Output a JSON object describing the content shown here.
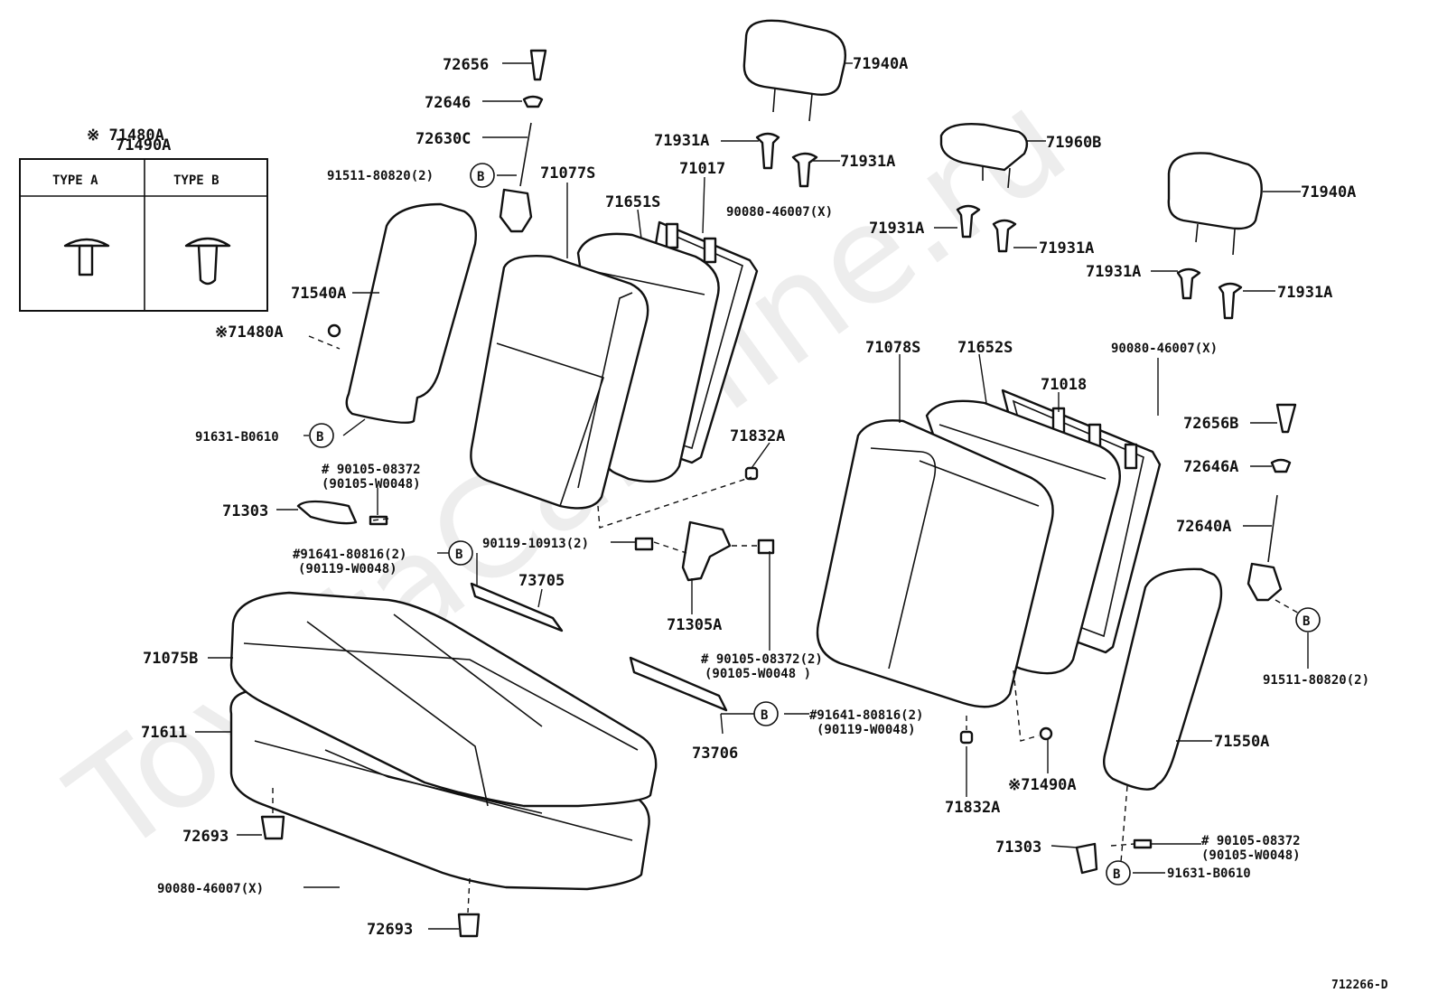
{
  "watermark": "ToyotaCarMine.ru",
  "ref_code": "712266-D",
  "legend": {
    "line1": "※ 71480A",
    "line2": "71490A",
    "type_a": "TYPE A",
    "type_b": "TYPE B"
  },
  "circle_marker": "B",
  "labels": {
    "p72656": "72656",
    "p72646": "72646",
    "p72630C": "72630C",
    "p91511_left": "91511-80820(2)",
    "p71077S": "71077S",
    "p71651S": "71651S",
    "p71017": "71017",
    "p71940A_top": "71940A",
    "p71931A_1": "71931A",
    "p71931A_2": "71931A",
    "p90080_top": "90080-46007(X)",
    "p71960B": "71960B",
    "p71931A_3": "71931A",
    "p71931A_4": "71931A",
    "p71940A_right": "71940A",
    "p71931A_5": "71931A",
    "p71931A_6": "71931A",
    "p71540A": "71540A",
    "p71480A": "※71480A",
    "p91631_left": "91631-B0610",
    "p90105_left1": "# 90105-08372",
    "p90105_left2": "(90105-W0048)",
    "p71303_left": "71303",
    "p91641_left1": "#91641-80816(2)",
    "p91641_left2": "(90119-W0048)",
    "p90119": "90119-10913(2)",
    "p73705": "73705",
    "p71832A_top": "71832A",
    "p71305A": "71305A",
    "p71078S": "71078S",
    "p71652S": "71652S",
    "p71018": "71018",
    "p90080_right": "90080-46007(X)",
    "p72656B": "72656B",
    "p72646A": "72646A",
    "p72640A": "72640A",
    "p91511_right": "91511-80820(2)",
    "p90105_mid1": "# 90105-08372(2)",
    "p90105_mid2": "(90105-W0048 )",
    "p71075B": "71075B",
    "p71611": "71611",
    "p91641_mid1": "#91641-80816(2)",
    "p91641_mid2": "(90119-W0048)",
    "p73706": "73706",
    "p71550A": "71550A",
    "p71490A": "※71490A",
    "p71832A_bottom": "71832A",
    "p72693_upper": "72693",
    "p90080_bottom": "90080-46007(X)",
    "p72693_lower": "72693",
    "p71303_right": "71303",
    "p90105_right1": "# 90105-08372",
    "p90105_right2": "(90105-W0048)",
    "p91631_right": "91631-B0610"
  }
}
